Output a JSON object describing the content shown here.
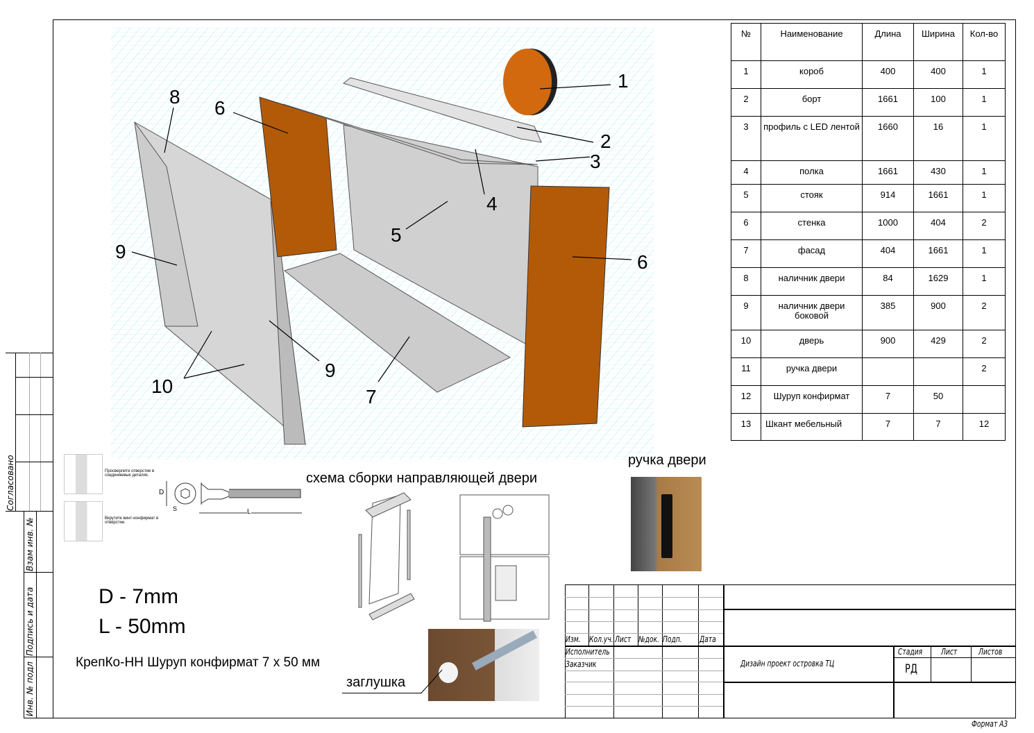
{
  "spec_table": {
    "headers": [
      "№",
      "Наименование",
      "Длина",
      "Ширина",
      "Кол-во"
    ],
    "rows": [
      [
        "1",
        "короб",
        "400",
        "400",
        "1"
      ],
      [
        "2",
        "борт",
        "1661",
        "100",
        "1"
      ],
      [
        "3",
        "профиль с LED лентой",
        "1660",
        "16",
        "1"
      ],
      [
        "4",
        "полка",
        "1661",
        "430",
        "1"
      ],
      [
        "5",
        "стояк",
        "914",
        "1661",
        "1"
      ],
      [
        "6",
        "стенка",
        "1000",
        "404",
        "2"
      ],
      [
        "7",
        "фасад",
        "404",
        "1661",
        "1"
      ],
      [
        "8",
        "наличник двери",
        "84",
        "1629",
        "1"
      ],
      [
        "9",
        "наличник двери боковой",
        "385",
        "900",
        "2"
      ],
      [
        "10",
        "дверь",
        "900",
        "429",
        "2"
      ],
      [
        "11",
        "ручка двери",
        "",
        "",
        "2"
      ],
      [
        "12",
        "Шуруп конфирмат",
        "7",
        "50",
        ""
      ],
      [
        "13",
        "Шкант мебельный",
        "7",
        "7",
        "12"
      ]
    ]
  },
  "callouts": [
    "1",
    "2",
    "3",
    "4",
    "5",
    "6",
    "6",
    "7",
    "8",
    "9",
    "9",
    "10"
  ],
  "screw": {
    "step1": "Просверлите отверстие в соединяемых деталях.",
    "step2": "Вкрутите винт-конфирмат в отверстие.",
    "dim_d": "D",
    "dim_s": "S",
    "dim_l": "L",
    "d_value": "D - 7mm",
    "l_value": "L - 50mm",
    "caption": "КрепКо-НН Шуруп конфирмат 7 х 50 мм"
  },
  "door_scheme": {
    "title": "схема сборки направляющей двери"
  },
  "handle": {
    "title": "ручка двери"
  },
  "plug": {
    "title": "заглушка"
  },
  "side_stamp": {
    "agreed": "Согласовано",
    "vzam": "Взам инв. №",
    "podpis": "Подпись и дата",
    "inv": "Инв. № подл"
  },
  "title_block": {
    "cols": [
      "Изм.",
      "Кол.уч.",
      "Лист",
      "№док.",
      "Подп.",
      "Дата"
    ],
    "executor": "Исполнитель",
    "customer": "Заказчик",
    "project": "Дизайн проект островка ТЦ",
    "stage_label": "Стадия",
    "sheet_label": "Лист",
    "sheets_label": "Листов",
    "stage": "РД",
    "format": "Формат  А3"
  },
  "colors": {
    "panel_orange": "#b35a08",
    "panel_grey": "#d4d4d4",
    "grid": "#7fe0e0"
  }
}
